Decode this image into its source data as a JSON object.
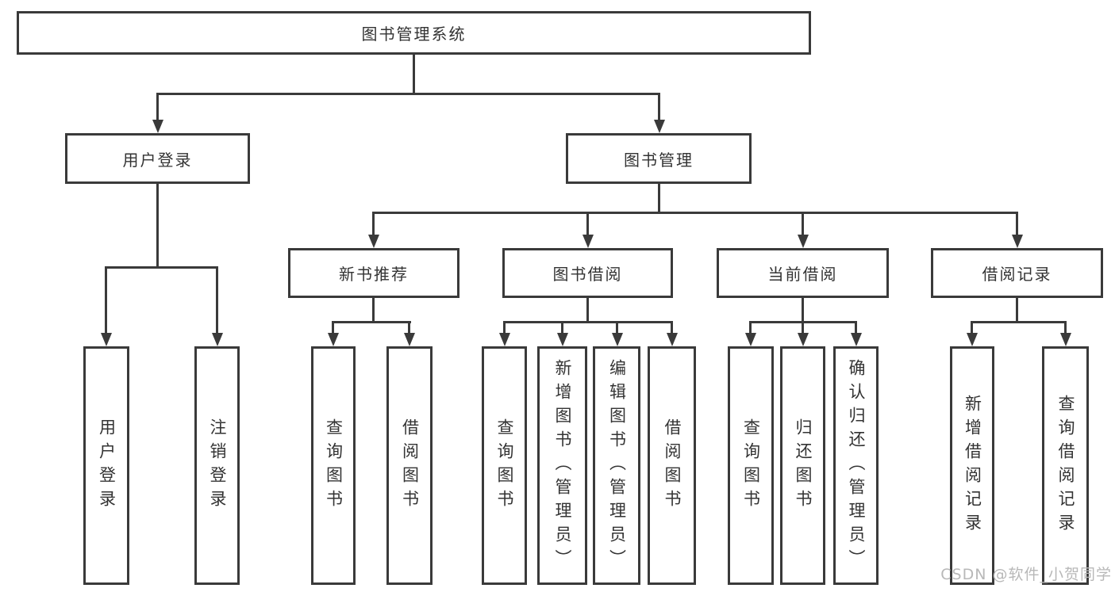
{
  "diagram": {
    "root": {
      "label": "图书管理系统"
    },
    "branches": [
      {
        "label": "用户登录",
        "children": [
          {
            "label": "用户登录"
          },
          {
            "label": "注销登录"
          }
        ]
      },
      {
        "label": "图书管理",
        "sections": [
          {
            "label": "新书推荐",
            "children": [
              {
                "label": "查询图书"
              },
              {
                "label": "借阅图书"
              }
            ]
          },
          {
            "label": "图书借阅",
            "children": [
              {
                "label": "查询图书"
              },
              {
                "label": "新增图书（管理员）"
              },
              {
                "label": "编辑图书（管理员）"
              },
              {
                "label": "借阅图书"
              }
            ]
          },
          {
            "label": "当前借阅",
            "children": [
              {
                "label": "查询图书"
              },
              {
                "label": "归还图书"
              },
              {
                "label": "确认归还（管理员）"
              }
            ]
          },
          {
            "label": "借阅记录",
            "children": [
              {
                "label": "新增借阅记录"
              },
              {
                "label": "查询借阅记录"
              }
            ]
          }
        ]
      }
    ]
  },
  "watermark": {
    "text": "CSDN @软件_小贺同学"
  },
  "colors": {
    "line": "#3a3a3a",
    "text": "#333333",
    "background": "#ffffff",
    "watermark": "#b8b8b8"
  }
}
